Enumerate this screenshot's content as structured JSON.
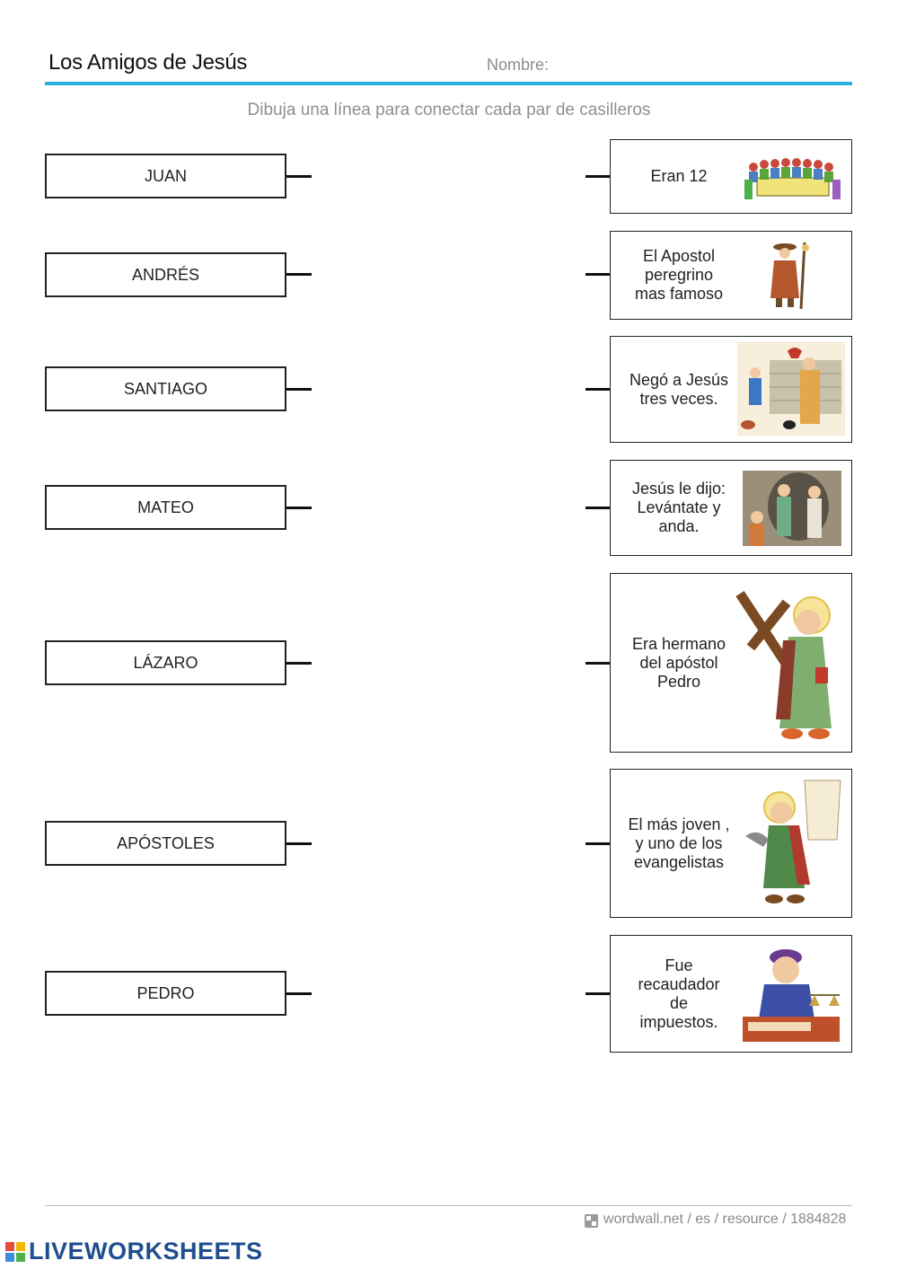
{
  "header": {
    "title": "Los Amigos de Jesús",
    "name_label": "Nombre:",
    "accent_color": "#2bb0e4"
  },
  "instructions": "Dibuja una línea para conectar cada par de casilleros",
  "left_items": [
    "JUAN",
    "ANDRÉS",
    "SANTIAGO",
    "MATEO",
    "LÁZARO",
    "APÓSTOLES",
    "PEDRO"
  ],
  "right_items": [
    {
      "text": "Eran 12",
      "image": "last-supper-illustration"
    },
    {
      "text": "El Apostol\nperegrino\nmas famoso",
      "image": "pilgrim-apostle-illustration"
    },
    {
      "text": "Negó a Jesús\ntres veces.",
      "image": "rooster-denial-illustration"
    },
    {
      "text": "Jesús le dijo:\nLevántate y\nanda.",
      "image": "lazarus-tomb-illustration"
    },
    {
      "text": "Era hermano\ndel apóstol\nPedro",
      "image": "saint-andrew-cross-illustration"
    },
    {
      "text": "El más joven ,\ny uno de los\nevangelistas",
      "image": "saint-john-eagle-illustration"
    },
    {
      "text": "Fue\nrecaudador\nde\nimpuestos.",
      "image": "tax-collector-illustration"
    }
  ],
  "footer": {
    "source": "wordwall.net / es / resource / 1884828",
    "brand": "LIVEWORKSHEETS"
  }
}
